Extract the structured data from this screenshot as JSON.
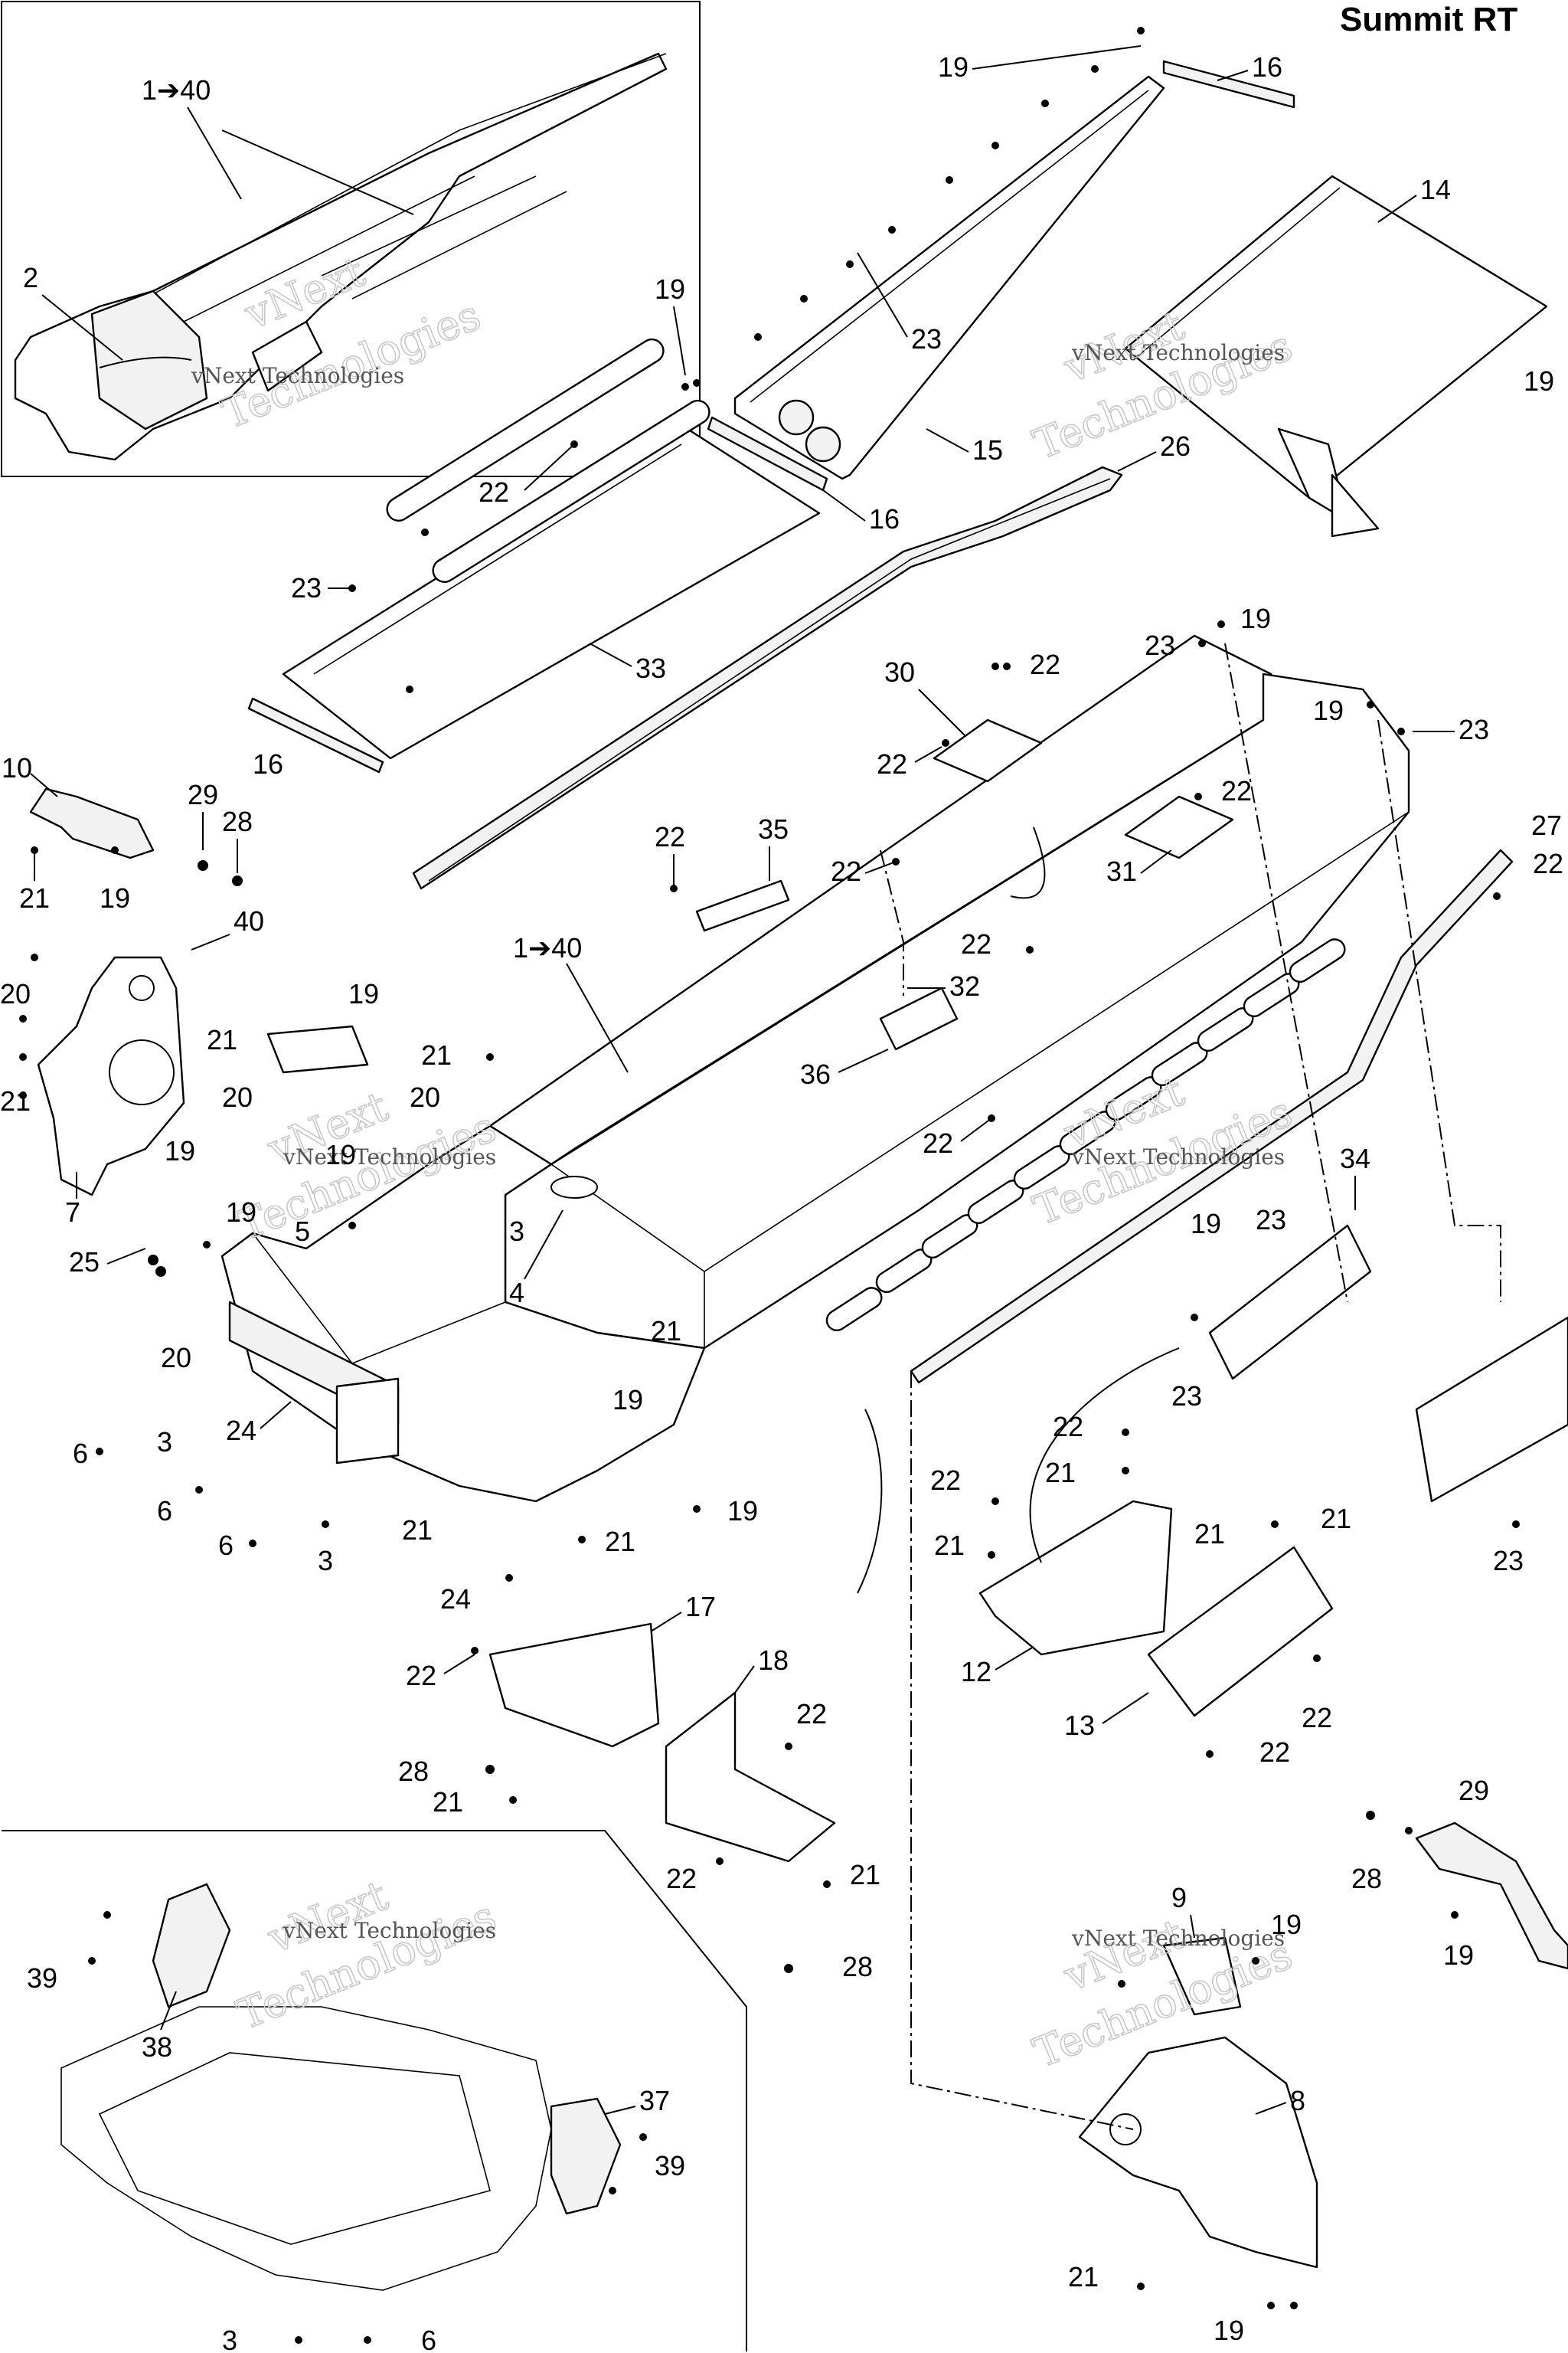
{
  "title": "Summit RT",
  "watermark": {
    "small": "vNext Technologies",
    "large_top": "vNext",
    "large_bottom": "Technologies"
  },
  "callouts": {
    "c_1_40_a": "1➔40",
    "c_2": "2",
    "c_19_a": "19",
    "c_16_a": "16",
    "c_14": "14",
    "c_19_b": "19",
    "c_23_a": "23",
    "c_19_c": "19",
    "c_15": "15",
    "c_16_b": "16",
    "c_22_a": "22",
    "c_26": "26",
    "c_23_b": "23",
    "c_33": "33",
    "c_16_c": "16",
    "c_10": "10",
    "c_29_a": "29",
    "c_28_a": "28",
    "c_21_a": "21",
    "c_19_d": "19",
    "c_40": "40",
    "c_20_a": "20",
    "c_21_b": "21",
    "c_21_c": "21",
    "c_19_e": "19",
    "c_7": "7",
    "c_19_f": "19",
    "c_20_b": "20",
    "c_20_c": "20",
    "c_19_g": "19",
    "c_21_d": "21",
    "c_1_40_b": "1➔40",
    "c_30": "30",
    "c_22_b": "22",
    "c_22_c": "22",
    "c_35": "35",
    "c_22_d": "22",
    "c_22_e": "22",
    "c_22_f": "22",
    "c_32": "32",
    "c_36": "36",
    "c_22_g": "22",
    "c_23_c": "23",
    "c_19_h": "19",
    "c_19_i": "19",
    "c_23_d": "23",
    "c_22_h": "22",
    "c_31": "31",
    "c_27": "27",
    "c_22_i": "22",
    "c_34": "34",
    "c_23_e": "23",
    "c_19_j": "19",
    "c_23_f": "23",
    "c_23_g": "23",
    "c_19_k": "19",
    "c_25": "25",
    "c_5": "5",
    "c_3_a": "3",
    "c_4": "4",
    "c_20_d": "20",
    "c_21_e": "21",
    "c_24_a": "24",
    "c_6_a": "6",
    "c_3_b": "3",
    "c_6_b": "6",
    "c_6_c": "6",
    "c_3_c": "3",
    "c_21_f": "21",
    "c_19_l": "19",
    "c_21_g": "21",
    "c_19_m": "19",
    "c_24_b": "24",
    "c_17": "17",
    "c_22_j": "22",
    "c_18": "18",
    "c_22_k": "22",
    "c_28_b": "28",
    "c_21_h": "21",
    "c_22_l": "22",
    "c_21_i": "21",
    "c_28_c": "28",
    "c_22_m": "22",
    "c_21_j": "21",
    "c_22_n": "22",
    "c_21_k": "21",
    "c_12": "12",
    "c_21_l": "21",
    "c_21_m": "21",
    "c_13": "13",
    "c_22_o": "22",
    "c_22_p": "22",
    "c_29_b": "29",
    "c_28_d": "28",
    "c_19_n": "19",
    "c_39_a": "39",
    "c_38": "38",
    "c_37": "37",
    "c_39_b": "39",
    "c_3_d": "3",
    "c_6_d": "6",
    "c_9": "9",
    "c_19_o": "19",
    "c_8": "8",
    "c_21_n": "21",
    "c_19_p": "19"
  }
}
